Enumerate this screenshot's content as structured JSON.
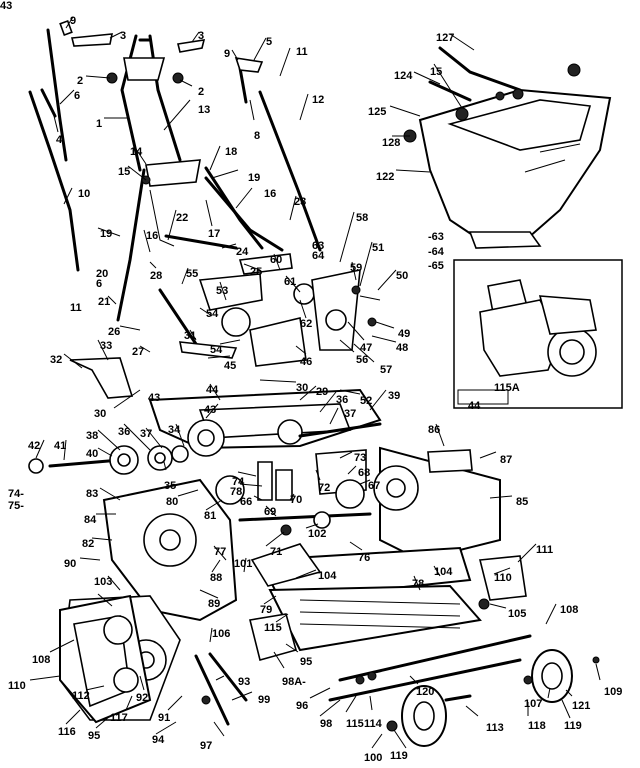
{
  "labels": [
    {
      "text": "9"
    },
    {
      "text": "3"
    },
    {
      "text": "3"
    },
    {
      "text": "9"
    },
    {
      "text": "5"
    },
    {
      "text": "11"
    },
    {
      "text": "127"
    },
    {
      "text": "15"
    },
    {
      "text": "124"
    },
    {
      "text": "2"
    },
    {
      "text": "6"
    },
    {
      "text": "2"
    },
    {
      "text": "4"
    },
    {
      "text": "1"
    },
    {
      "text": "13"
    },
    {
      "text": "8"
    },
    {
      "text": "12"
    },
    {
      "text": "125"
    },
    {
      "text": "128"
    },
    {
      "text": "14"
    },
    {
      "text": "18"
    },
    {
      "text": "15"
    },
    {
      "text": "19"
    },
    {
      "text": "16"
    },
    {
      "text": "122"
    },
    {
      "text": "10"
    },
    {
      "text": "23"
    },
    {
      "text": "22"
    },
    {
      "text": "17"
    },
    {
      "text": "58"
    },
    {
      "text": "19"
    },
    {
      "text": "16"
    },
    {
      "text": "24"
    },
    {
      "text": "63"
    },
    {
      "text": "64"
    },
    {
      "text": "51"
    },
    {
      "text": "-63"
    },
    {
      "text": "-64"
    },
    {
      "text": "-65"
    },
    {
      "text": "20"
    },
    {
      "text": "6"
    },
    {
      "text": "55"
    },
    {
      "text": "25"
    },
    {
      "text": "60"
    },
    {
      "text": "59"
    },
    {
      "text": "50"
    },
    {
      "text": "28"
    },
    {
      "text": "61"
    },
    {
      "text": "21"
    },
    {
      "text": "11"
    },
    {
      "text": "53"
    },
    {
      "text": "54"
    },
    {
      "text": "62"
    },
    {
      "text": "49"
    },
    {
      "text": "26"
    },
    {
      "text": "31"
    },
    {
      "text": "48"
    },
    {
      "text": "27"
    },
    {
      "text": "54"
    },
    {
      "text": "46"
    },
    {
      "text": "56"
    },
    {
      "text": "47"
    },
    {
      "text": "57"
    },
    {
      "text": "32"
    },
    {
      "text": "33"
    },
    {
      "text": "45"
    },
    {
      "text": "44"
    },
    {
      "text": "30"
    },
    {
      "text": "29"
    },
    {
      "text": "52"
    },
    {
      "text": "39"
    },
    {
      "text": "43"
    },
    {
      "text": "30"
    },
    {
      "text": "43"
    },
    {
      "text": "36"
    },
    {
      "text": "37"
    },
    {
      "text": "38"
    },
    {
      "text": "36"
    },
    {
      "text": "37"
    },
    {
      "text": "34"
    },
    {
      "text": "86"
    },
    {
      "text": "87"
    },
    {
      "text": "42"
    },
    {
      "text": "41"
    },
    {
      "text": "40"
    },
    {
      "text": "35"
    },
    {
      "text": "73"
    },
    {
      "text": "74"
    },
    {
      "text": "78"
    },
    {
      "text": "68"
    },
    {
      "text": "72"
    },
    {
      "text": "67"
    },
    {
      "text": "74-"
    },
    {
      "text": "75-"
    },
    {
      "text": "83"
    },
    {
      "text": "80"
    },
    {
      "text": "66"
    },
    {
      "text": "70"
    },
    {
      "text": "81"
    },
    {
      "text": "69"
    },
    {
      "text": "85"
    },
    {
      "text": "84"
    },
    {
      "text": "102"
    },
    {
      "text": "82"
    },
    {
      "text": "71"
    },
    {
      "text": "77"
    },
    {
      "text": "76"
    },
    {
      "text": "111"
    },
    {
      "text": "90"
    },
    {
      "text": "101"
    },
    {
      "text": "104"
    },
    {
      "text": "104"
    },
    {
      "text": "110"
    },
    {
      "text": "88"
    },
    {
      "text": "78"
    },
    {
      "text": "103"
    },
    {
      "text": "79"
    },
    {
      "text": "89"
    },
    {
      "text": "105"
    },
    {
      "text": "108"
    },
    {
      "text": "115"
    },
    {
      "text": "106"
    },
    {
      "text": "108"
    },
    {
      "text": "95"
    },
    {
      "text": "110"
    },
    {
      "text": "98A-"
    },
    {
      "text": "109"
    },
    {
      "text": "121"
    },
    {
      "text": "120"
    },
    {
      "text": "112"
    },
    {
      "text": "92"
    },
    {
      "text": "93"
    },
    {
      "text": "99"
    },
    {
      "text": "96"
    },
    {
      "text": "107"
    },
    {
      "text": "117"
    },
    {
      "text": "91"
    },
    {
      "text": "98"
    },
    {
      "text": "115"
    },
    {
      "text": "114"
    },
    {
      "text": "113"
    },
    {
      "text": "118"
    },
    {
      "text": "119"
    },
    {
      "text": "116"
    },
    {
      "text": "95"
    },
    {
      "text": "94"
    },
    {
      "text": "97"
    },
    {
      "text": "100"
    },
    {
      "text": "119"
    },
    {
      "text": "115A"
    },
    {
      "text": "44"
    },
    {
      "text": "43"
    }
  ]
}
